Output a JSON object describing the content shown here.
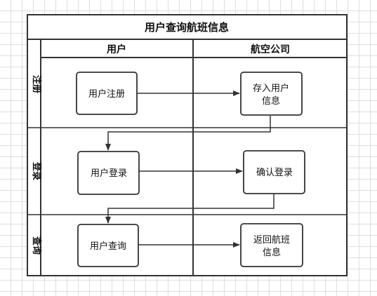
{
  "title": "用户查询航班信息",
  "columns": [
    {
      "label": "用户"
    },
    {
      "label": "航空公司"
    }
  ],
  "lanes": [
    {
      "label": "注册"
    },
    {
      "label": "登录"
    },
    {
      "label": "查询"
    }
  ],
  "nodes": {
    "register": {
      "label": "用户注册"
    },
    "store": {
      "line1": "存入用户",
      "line2": "信息"
    },
    "login": {
      "label": "用户登录"
    },
    "confirm": {
      "label": "确认登录"
    },
    "query": {
      "label": "用户查询"
    },
    "return": {
      "line1": "返回航班",
      "line2": "信息"
    }
  },
  "colors": {
    "stroke": "#333333",
    "node_fill": "#ffffff",
    "text": "#111111"
  }
}
